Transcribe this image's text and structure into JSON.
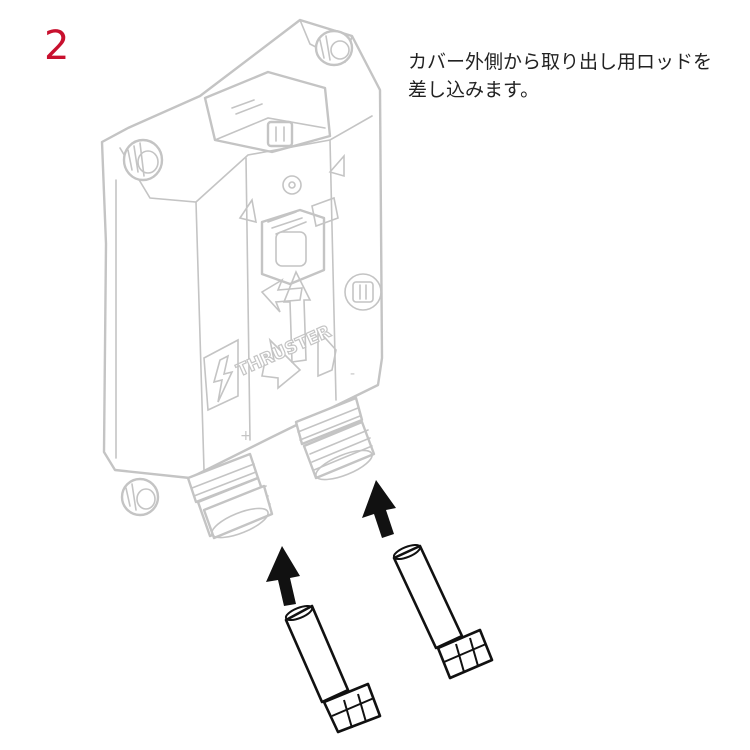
{
  "step": {
    "number": "2"
  },
  "instruction": {
    "lines": [
      "カバー外側から取り出し用ロッドを",
      "差し込みます。"
    ]
  },
  "device": {
    "brand_text": "THRUSTER",
    "plus_label": "+",
    "minus_label": "-",
    "outline_color": "#c4c4c4"
  },
  "colors": {
    "step_number": "#c8102e",
    "rods_and_arrows": "#111111"
  }
}
